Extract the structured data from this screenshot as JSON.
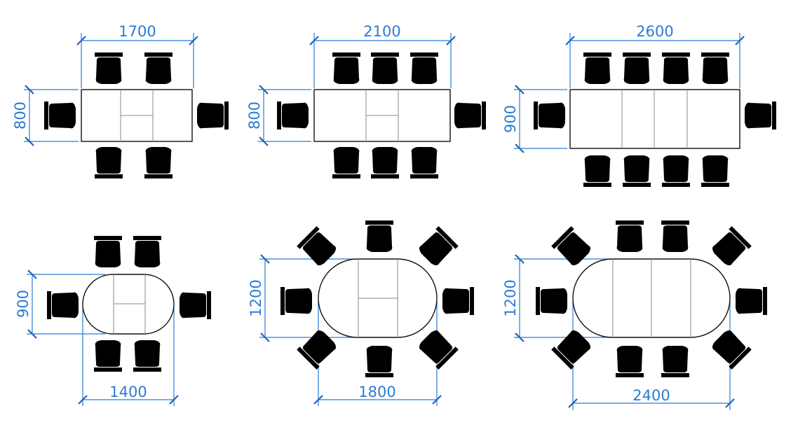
{
  "colors": {
    "dimension": "#2b7bd4",
    "table_outline": "#111111",
    "leaf_line": "#8a8a8a",
    "chair": "#8a1aa0"
  },
  "tables": [
    {
      "shape": "rectangle",
      "width_label": "1700",
      "depth_label": "800",
      "chairs": 6
    },
    {
      "shape": "rectangle",
      "width_label": "2100",
      "depth_label": "800",
      "chairs": 8
    },
    {
      "shape": "rectangle",
      "width_label": "2600",
      "depth_label": "900",
      "chairs": 10
    },
    {
      "shape": "oval",
      "width_label": "1400",
      "depth_label": "900",
      "chairs": 6
    },
    {
      "shape": "oval",
      "width_label": "1800",
      "depth_label": "1200",
      "chairs": 8
    },
    {
      "shape": "oval",
      "width_label": "2400",
      "depth_label": "1200",
      "chairs": 10
    }
  ]
}
